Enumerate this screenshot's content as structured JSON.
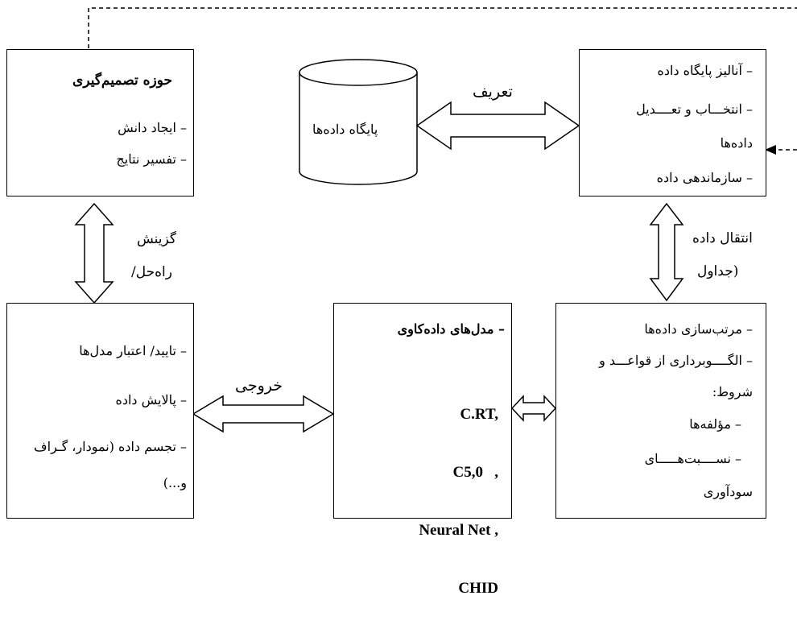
{
  "boxes": {
    "decision": {
      "title": "حوزه تصمیم‌گیری",
      "items": [
        "– ایجاد دانش",
        "– تفسیر نتایج"
      ]
    },
    "database": {
      "label": "پایگاه داده‌ها"
    },
    "analysis": {
      "items": [
        "– آنالیز پایگاه داده",
        "– انتخـــاب و تعــــدیل",
        "داده‌ها",
        "– سازماندهی داده"
      ]
    },
    "validation": {
      "items": [
        "– تایید/ اعتبار مدل‌ها",
        "– پالایش داده",
        "– تجسم داده (نمودار، گـراف",
        "و...)"
      ]
    },
    "models": {
      "title": "– مدل‌های داده‌کاوی",
      "list": [
        "C.RT,",
        "C5,0   ,",
        "Neural Net ,",
        "CHID"
      ]
    },
    "patterns": {
      "items": [
        "– مرتب‌سازی داده‌ها",
        "– الگــــوبرداری از قواعـــد و",
        "شروط:",
        "– مؤلفه‌ها",
        "– نســــبت‌هـــــای",
        "سودآوری"
      ]
    }
  },
  "arrows": {
    "definition": "تعریف",
    "transfer_line1": "انتقال داده",
    "transfer_line2": "(جداول",
    "choose_line1": "گزینش",
    "choose_line2": "راه‌حل/",
    "output": "خروجی"
  }
}
